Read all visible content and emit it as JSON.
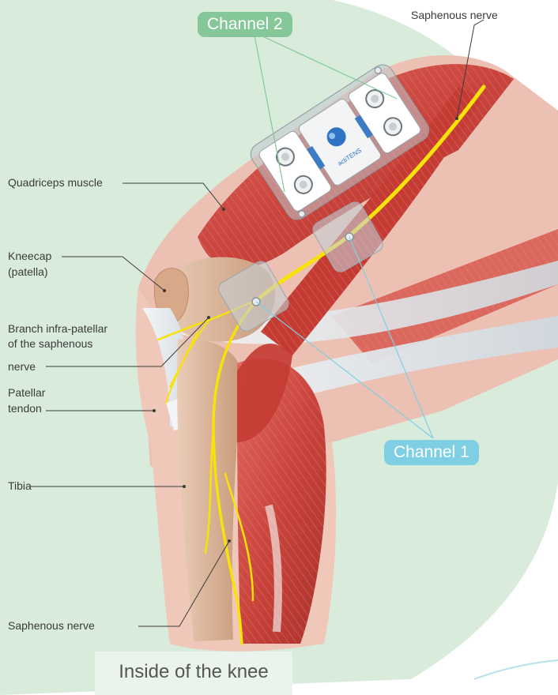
{
  "labels": {
    "channel_2": "Channel 2",
    "channel_1": "Channel 1",
    "saphenous_top": "Saphenous nerve",
    "quadriceps": "Quadriceps muscle",
    "kneecap_1": "Kneecap",
    "kneecap_2": "(patella)",
    "branch_1": "Branch infra-patellar",
    "branch_2": "of the saphenous",
    "branch_3": "nerve",
    "tendon_1": "Patellar",
    "tendon_2": "tendon",
    "tibia": "Tibia",
    "saphenous_bottom": "Saphenous nerve",
    "caption": "Inside of the knee",
    "device_brand": "actiTENS"
  },
  "colors": {
    "background_green": "#d9ecdc",
    "channel_2": "#86c79a",
    "channel_1": "#7ecfe4",
    "nerve": "#f7e20a",
    "muscle": "#c9443c",
    "skin": "#ecc1b4"
  }
}
